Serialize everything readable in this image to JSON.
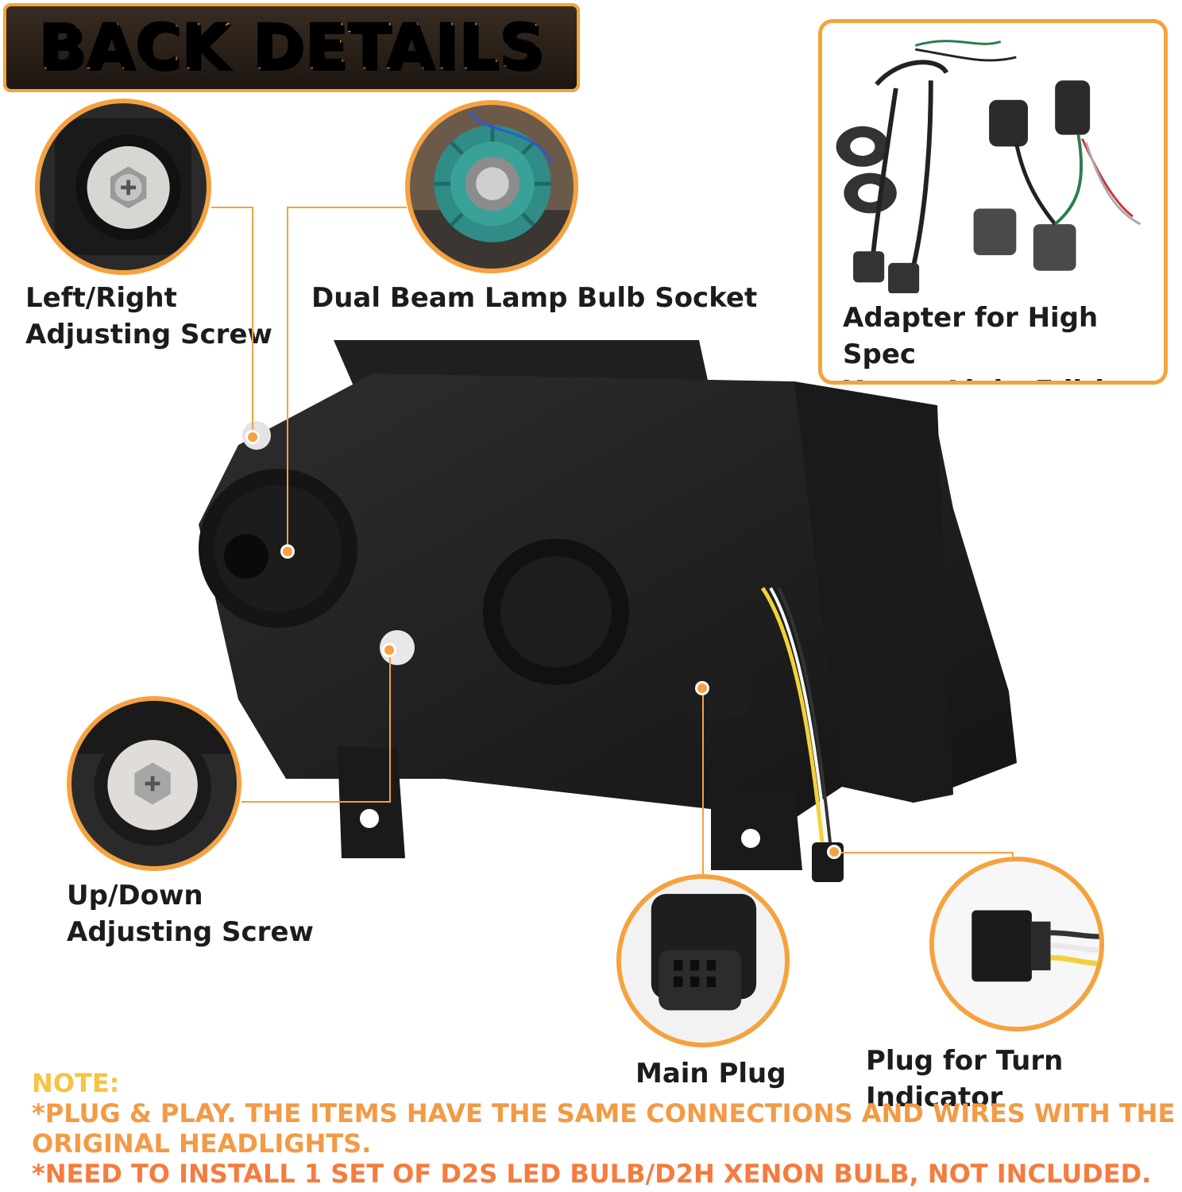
{
  "title": "BACK DETAILS",
  "callouts": {
    "lr_screw": [
      "Left/Right",
      "Adjusting Screw"
    ],
    "bulb_socket": "Dual Beam Lamp Bulb Socket",
    "adapter": [
      "Adapter for High Spec",
      "Xenon Light Edition"
    ],
    "ud_screw": [
      "Up/Down",
      "Adjusting Screw"
    ],
    "main_plug": "Main Plug",
    "turn_plug": "Plug for Turn Indicator"
  },
  "note": {
    "heading": "NOTE:",
    "line1": "*PLUG & PLAY. THE ITEMS HAVE THE SAME CONNECTIONS AND WIRES WITH THE ORIGINAL HEADLIGHTS.",
    "line2": "*NEED TO INSTALL 1 SET OF D2S LED BULB/D2H XENON BULB, NOT INCLUDED."
  },
  "colors": {
    "accent": "#f5a23f",
    "title_gradient_top": "#ffd06a",
    "title_gradient_bottom": "#ff7b1a",
    "note_heading": "#f6c344",
    "note_text": "#f39a45"
  }
}
